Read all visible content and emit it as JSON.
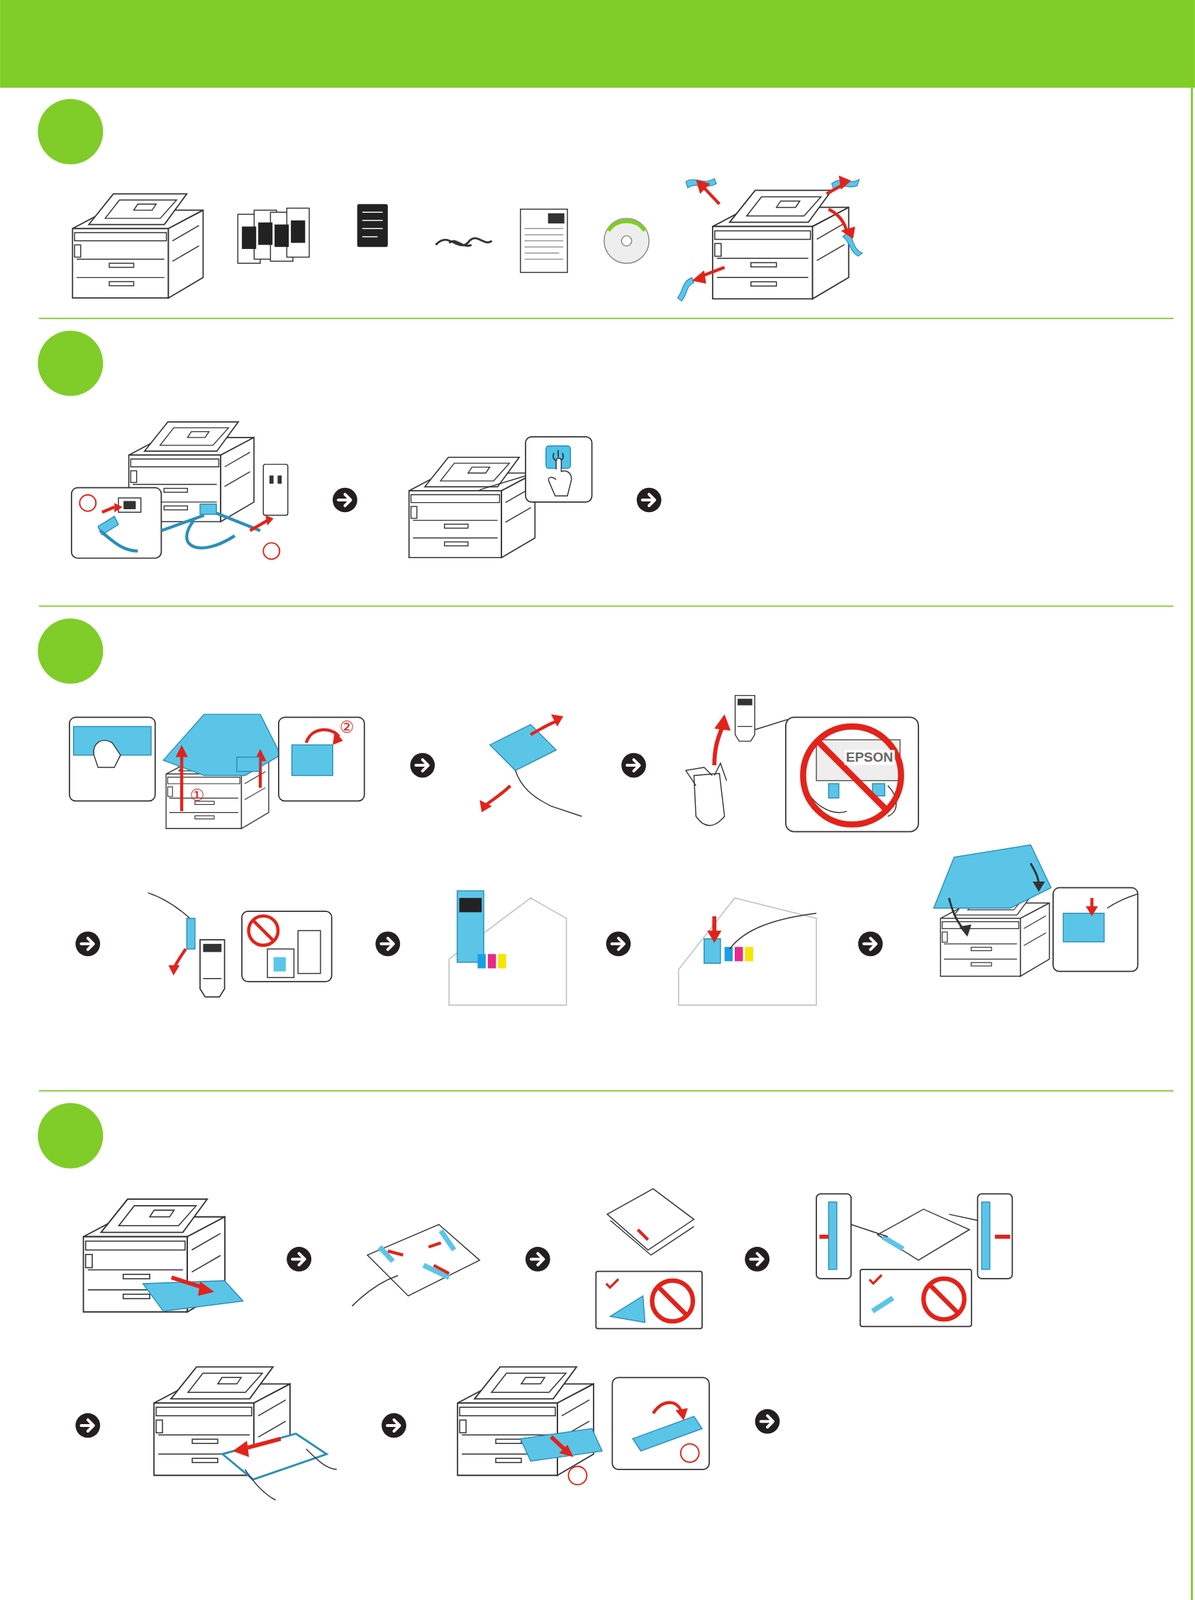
{
  "diagram": {
    "labels": [
      "①",
      "②",
      "EPSON"
    ]
  }
}
